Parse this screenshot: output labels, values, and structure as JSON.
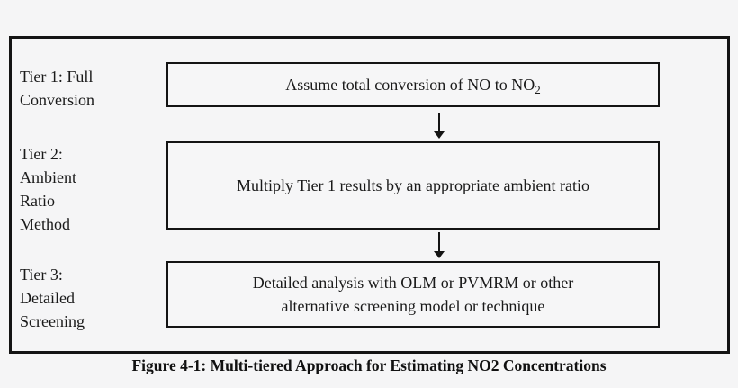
{
  "page": {
    "background_color": "#f5f5f6",
    "ink_color": "#141414"
  },
  "figure": {
    "caption": "Figure 4-1: Multi-tiered Approach for Estimating NO2 Concentrations",
    "tiers": [
      {
        "label": "Tier 1: Full\nConversion",
        "box_text": "Assume total conversion of NO to NO",
        "box_text_subscript": "2"
      },
      {
        "label": "Tier 2:\nAmbient\nRatio\nMethod",
        "box_text": "Multiply Tier 1 results by an appropriate ambient ratio"
      },
      {
        "label": "Tier 3:\nDetailed\nScreening",
        "box_text": "Detailed analysis with OLM or PVMRM or other\nalternative screening model or technique"
      }
    ],
    "arrows": [
      {
        "icon": "down-arrow-icon"
      },
      {
        "icon": "down-arrow-icon"
      }
    ]
  }
}
